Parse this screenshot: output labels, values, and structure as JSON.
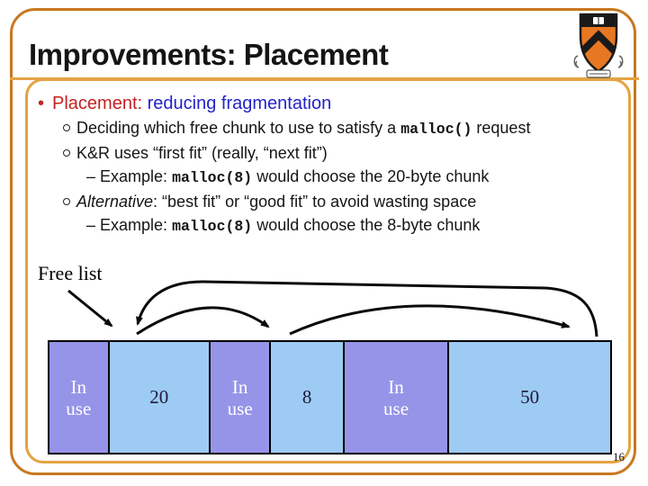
{
  "slide": {
    "title": "Improvements: Placement",
    "page_number": "16"
  },
  "colors": {
    "frame_outer": "#C87820",
    "frame_inner": "#E3A343",
    "bullet_red": "#C42222",
    "accent_blue": "#2323C8",
    "chunk_used": "#9694E8",
    "chunk_free": "#9ECBF3",
    "number_dark": "#1B1B3A",
    "logo_orange": "#E87722"
  },
  "content": {
    "bullet": {
      "marker": "•",
      "lead": "Placement:",
      "rest": " reducing fragmentation"
    },
    "dash_marker": "–",
    "lines": [
      {
        "marker": "circle",
        "segments": [
          {
            "text": "Deciding which free chunk to use to satisfy a "
          },
          {
            "text": "malloc()",
            "mono": true
          },
          {
            "text": " request"
          }
        ]
      },
      {
        "marker": "circle",
        "segments": [
          {
            "text": "K&R uses “first fit” (really, “next fit”)"
          }
        ]
      },
      {
        "marker": "dash",
        "segments": [
          {
            "text": "Example: "
          },
          {
            "text": "malloc(8)",
            "mono": true
          },
          {
            "text": " would choose the 20-byte chunk"
          }
        ]
      },
      {
        "marker": "circle",
        "segments": [
          {
            "text": "Alternative",
            "italic": true
          },
          {
            "text": ": “best fit” or “good fit” to avoid wasting space"
          }
        ]
      },
      {
        "marker": "dash",
        "segments": [
          {
            "text": "Example: "
          },
          {
            "text": "malloc(8)",
            "mono": true
          },
          {
            "text": " would choose the 8-byte chunk"
          }
        ]
      }
    ]
  },
  "diagram": {
    "free_list_label": "Free list",
    "segments": [
      {
        "label": "In use",
        "state": "used",
        "width": 67
      },
      {
        "label": "20",
        "state": "free",
        "width": 113
      },
      {
        "label": "In use",
        "state": "used",
        "width": 68
      },
      {
        "label": "8",
        "state": "free",
        "width": 82
      },
      {
        "label": "In use",
        "state": "used",
        "width": 117
      },
      {
        "label": "50",
        "state": "free",
        "width": 180
      }
    ]
  }
}
